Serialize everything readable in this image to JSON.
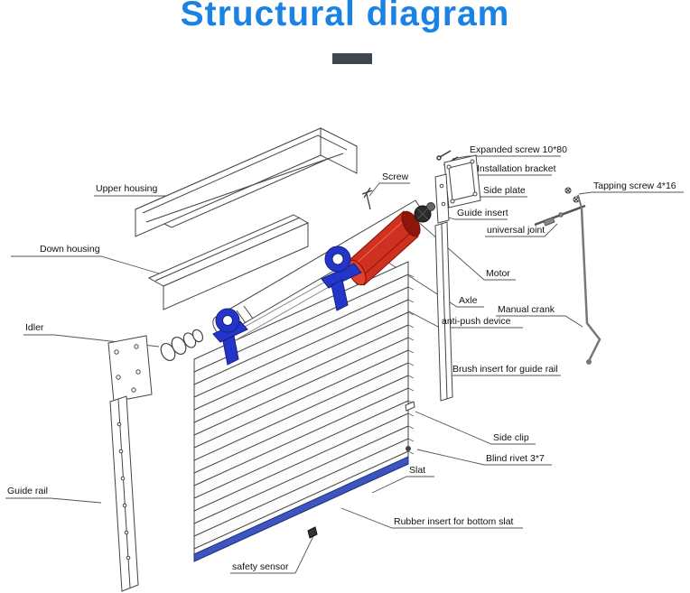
{
  "title": "Structural diagram",
  "colors": {
    "title_blue": "#1a82e2",
    "line": "#444444",
    "motor_red": "#d03020",
    "bracket_blue": "#2336c9",
    "bottom_slat_blue": "#3c55c0"
  },
  "labels": [
    {
      "id": "upper-housing",
      "text": "Upper housing"
    },
    {
      "id": "down-housing",
      "text": "Down housing"
    },
    {
      "id": "idler",
      "text": "Idler"
    },
    {
      "id": "guide-rail",
      "text": "Guide rail"
    },
    {
      "id": "screw",
      "text": "Screw"
    },
    {
      "id": "expanded-screw",
      "text": "Expanded screw 10*80"
    },
    {
      "id": "installation-bracket",
      "text": "Installation bracket"
    },
    {
      "id": "side-plate",
      "text": "Side plate"
    },
    {
      "id": "guide-insert",
      "text": "Guide insert"
    },
    {
      "id": "universal-joint",
      "text": "universal joint"
    },
    {
      "id": "tapping-screw",
      "text": "Tapping screw 4*16"
    },
    {
      "id": "motor",
      "text": "Motor"
    },
    {
      "id": "axle",
      "text": "Axle"
    },
    {
      "id": "manual-crank",
      "text": "Manual crank"
    },
    {
      "id": "anti-push-device",
      "text": "anti-push device"
    },
    {
      "id": "brush-insert",
      "text": "Brush insert for guide rail"
    },
    {
      "id": "side-clip",
      "text": "Side clip"
    },
    {
      "id": "blind-rivet",
      "text": "Blind rivet 3*7"
    },
    {
      "id": "slat",
      "text": "Slat"
    },
    {
      "id": "rubber-insert",
      "text": "Rubber insert for bottom slat"
    },
    {
      "id": "safety-sensor",
      "text": "safety sensor"
    }
  ]
}
